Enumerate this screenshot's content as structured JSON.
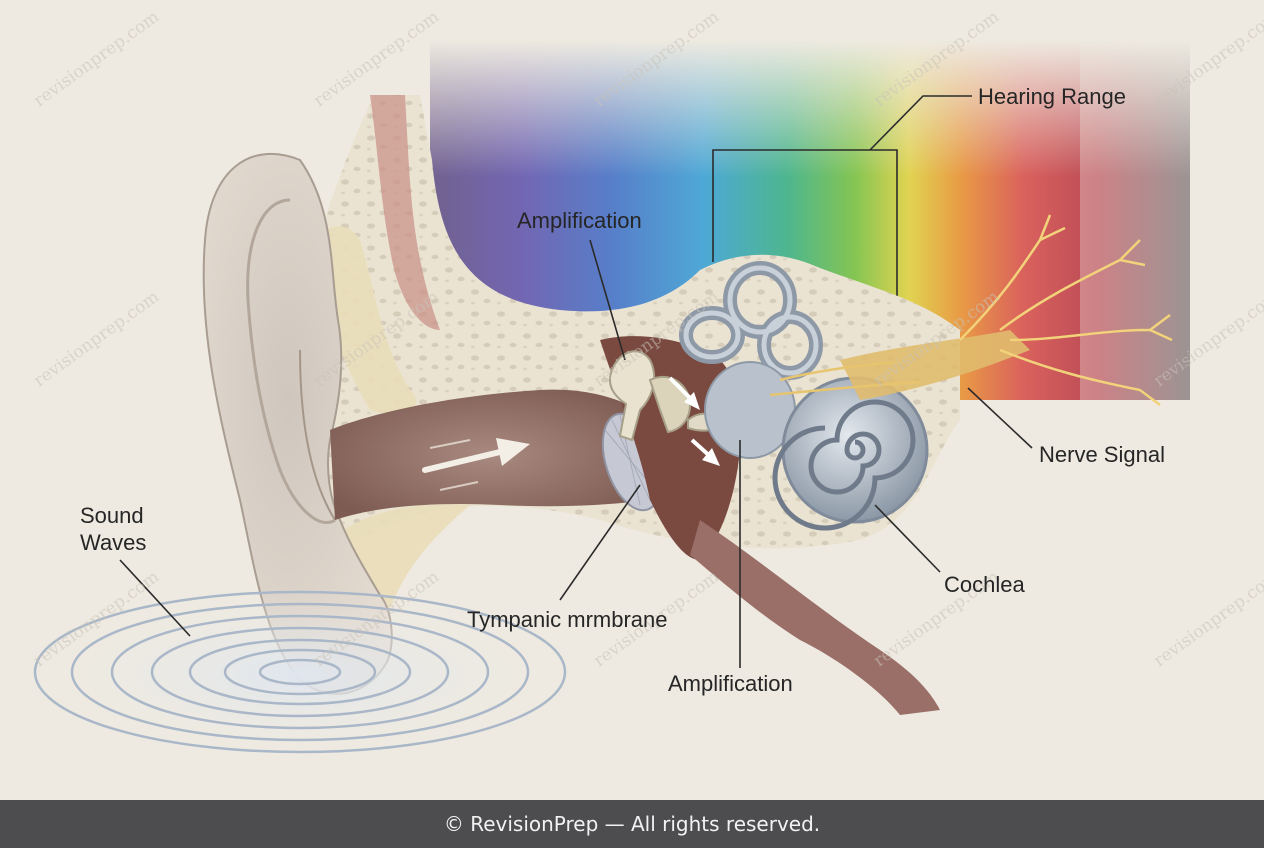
{
  "labels": {
    "hearing_range": "Hearing Range",
    "amplification_top": "Amplification",
    "nerve_signal": "Nerve Signal",
    "sound_waves_line1": "Sound",
    "sound_waves_line2": "Waves",
    "tympanic_membrane": "Tympanic mrmbrane",
    "amplification_bottom": "Amplification",
    "cochlea": "Cochlea"
  },
  "watermark_text": "revisionprep.com",
  "footer": {
    "copyright": "© RevisionPrep — All rights reserved."
  },
  "colors": {
    "background": "#eeeae1",
    "skin": "#d9d0c6",
    "bone": "#e8dfcd",
    "canal": "#8e6c62",
    "cochlea": "#aab4c0",
    "nerve": "#e3b75c",
    "footer_bg": "#4d4d4f"
  }
}
